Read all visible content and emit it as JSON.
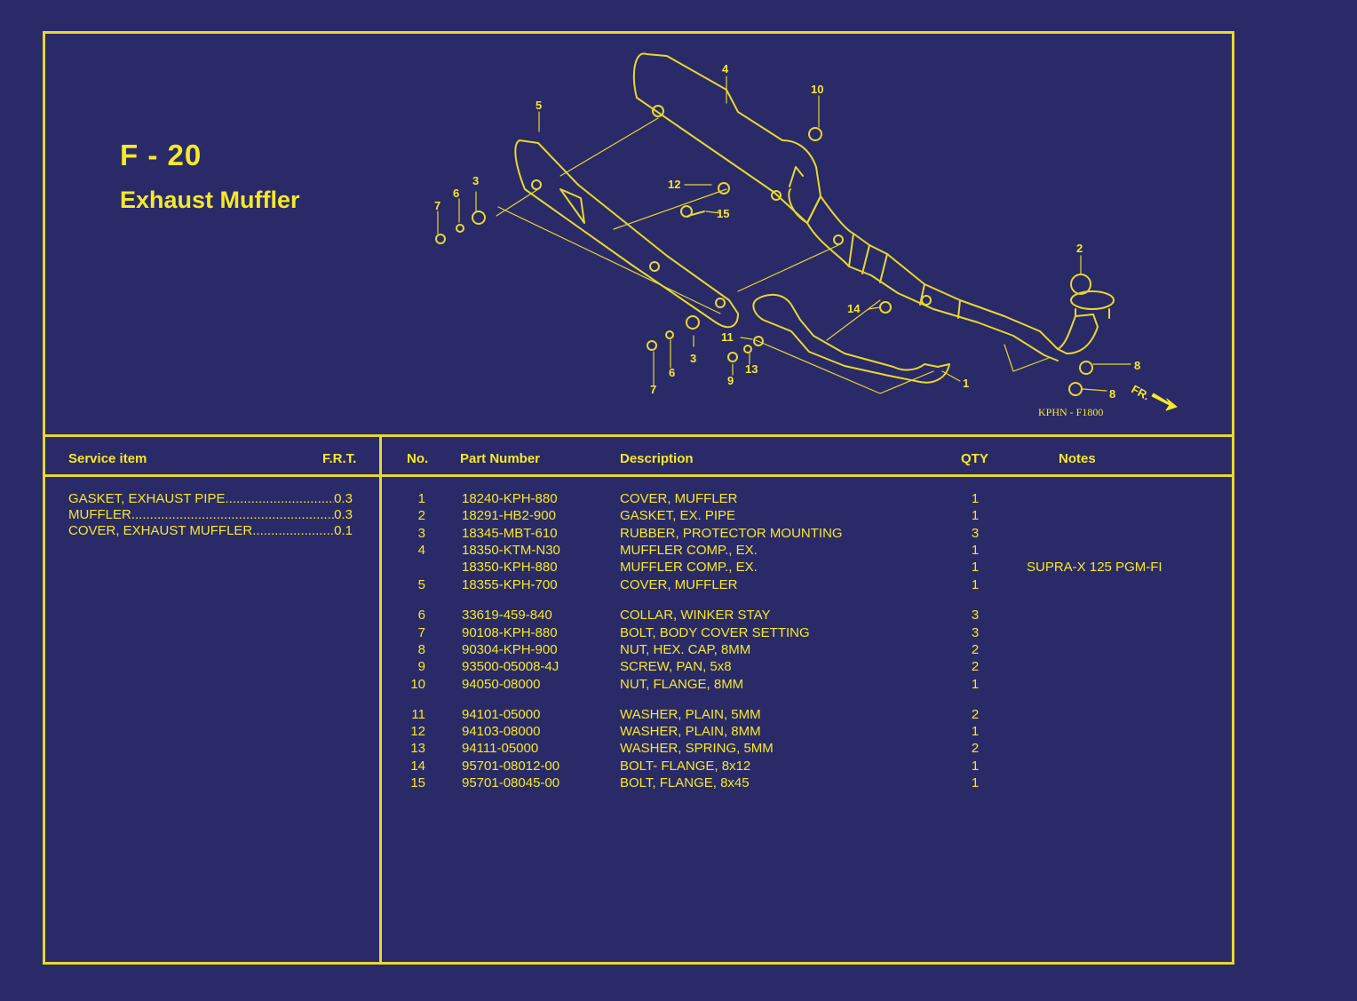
{
  "title": {
    "code": "F - 20",
    "name": "Exhaust Muffler"
  },
  "diagram": {
    "callouts": [
      "4",
      "10",
      "5",
      "12",
      "15",
      "3",
      "6",
      "7",
      "2",
      "14",
      "11",
      "13",
      "9",
      "1",
      "8",
      "8",
      "3",
      "6",
      "7"
    ],
    "figure_code": "KPHN - F1800",
    "direction_label": "FR."
  },
  "service_table": {
    "header_item": "Service item",
    "header_frt": "F.R.T.",
    "rows": [
      {
        "item": "GASKET, EXHAUST PIPE ",
        "frt": "0.3"
      },
      {
        "item": "MUFFLER",
        "frt": "0.3"
      },
      {
        "item": "COVER, EXHAUST MUFFLER",
        "frt": "0.1"
      }
    ]
  },
  "parts_table": {
    "headers": {
      "no": "No.",
      "part_number": "Part Number",
      "description": "Description",
      "qty": "QTY",
      "notes": "Notes"
    },
    "rows": [
      {
        "no": "1",
        "part_number": "18240-KPH-880",
        "description": "COVER, MUFFLER",
        "qty": "1",
        "notes": ""
      },
      {
        "no": "2",
        "part_number": "18291-HB2-900",
        "description": "GASKET, EX. PIPE",
        "qty": "1",
        "notes": ""
      },
      {
        "no": "3",
        "part_number": "18345-MBT-610",
        "description": "RUBBER, PROTECTOR MOUNTING",
        "qty": "3",
        "notes": ""
      },
      {
        "no": "4",
        "part_number": "18350-KTM-N30",
        "description": "MUFFLER COMP., EX.",
        "qty": "1",
        "notes": ""
      },
      {
        "no": "",
        "part_number": "18350-KPH-880",
        "description": "MUFFLER COMP., EX.",
        "qty": "1",
        "notes": "SUPRA-X 125 PGM-FI"
      },
      {
        "no": "5",
        "part_number": "18355-KPH-700",
        "description": "COVER, MUFFLER",
        "qty": "1",
        "notes": ""
      },
      {
        "no": "6",
        "part_number": "33619-459-840",
        "description": "COLLAR, WINKER STAY",
        "qty": "3",
        "notes": ""
      },
      {
        "no": "7",
        "part_number": "90108-KPH-880",
        "description": "BOLT, BODY COVER SETTING",
        "qty": "3",
        "notes": ""
      },
      {
        "no": "8",
        "part_number": "90304-KPH-900",
        "description": "NUT,  HEX. CAP, 8MM",
        "qty": "2",
        "notes": ""
      },
      {
        "no": "9",
        "part_number": "93500-05008-4J",
        "description": "SCREW, PAN, 5x8",
        "qty": "2",
        "notes": ""
      },
      {
        "no": "10",
        "part_number": "94050-08000",
        "description": "NUT, FLANGE, 8MM",
        "qty": "1",
        "notes": ""
      },
      {
        "no": "11",
        "part_number": "94101-05000",
        "description": "WASHER, PLAIN, 5MM",
        "qty": "2",
        "notes": ""
      },
      {
        "no": "12",
        "part_number": "94103-08000",
        "description": "WASHER, PLAIN, 8MM",
        "qty": "1",
        "notes": ""
      },
      {
        "no": "13",
        "part_number": "94111-05000",
        "description": "WASHER, SPRING, 5MM",
        "qty": "2",
        "notes": ""
      },
      {
        "no": "14",
        "part_number": "95701-08012-00",
        "description": "BOLT- FLANGE, 8x12",
        "qty": "1",
        "notes": ""
      },
      {
        "no": "15",
        "part_number": "95701-08045-00",
        "description": "BOLT, FLANGE, 8x45",
        "qty": "1",
        "notes": ""
      }
    ]
  },
  "colors": {
    "background": "#2a2a68",
    "line": "#e6d830",
    "text": "#f4e92a"
  }
}
